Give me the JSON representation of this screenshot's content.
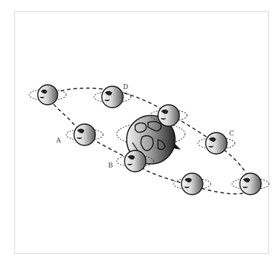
{
  "labels": {
    "A": "A",
    "B": "B",
    "C": "C",
    "D": "D"
  },
  "colors": {
    "stroke": "#222222",
    "moon_light": "#f2f2f2",
    "moon_dark": "#555555",
    "earth_light": "#eeeeee",
    "earth_dark": "#2a2a2a"
  }
}
